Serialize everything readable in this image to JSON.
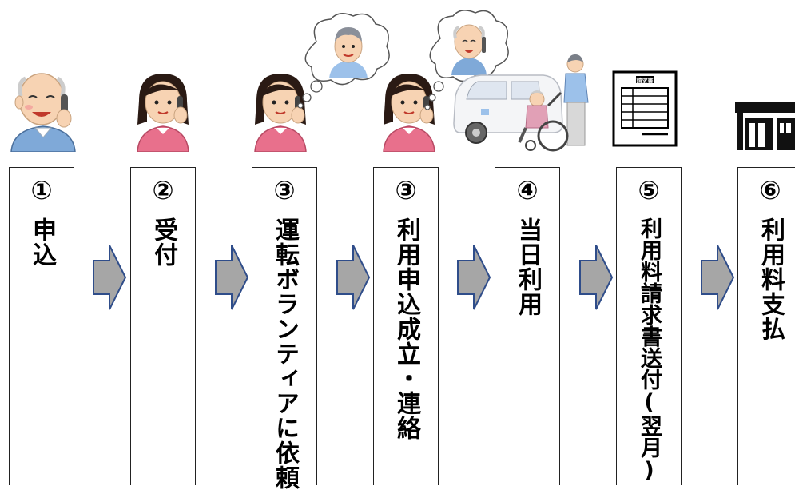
{
  "steps": [
    {
      "num": "①",
      "label": "申込"
    },
    {
      "num": "②",
      "label": "受付"
    },
    {
      "num": "③",
      "label": "運転ボランティアに依頼"
    },
    {
      "num": "③",
      "label": "利用申込成立・連絡"
    },
    {
      "num": "④",
      "label": "当日利用"
    },
    {
      "num": "⑤",
      "label": "利用料請求書送付(翌月)"
    },
    {
      "num": "⑥",
      "label": "利用料支払"
    }
  ],
  "invoice_title": "請求書",
  "colors": {
    "arrow_fill": "#a6a6a6",
    "arrow_stroke": "#2f4d8a",
    "woman_shirt": "#e8708c",
    "man_shirt": "#7fa9d8",
    "skin": "#f7d3b3",
    "hair_dark": "#2a1a14"
  }
}
